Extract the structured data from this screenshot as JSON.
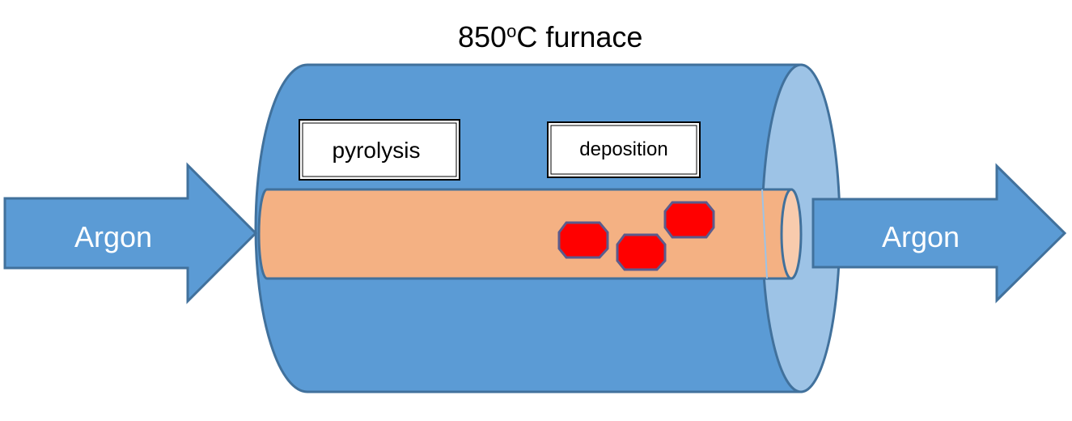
{
  "title": {
    "main": "850",
    "superscript": "o",
    "suffix": "C furnace"
  },
  "labels": {
    "pyrolysis": "pyrolysis",
    "deposition": "deposition"
  },
  "arrows": {
    "inlet_label": "Argon",
    "outlet_label": "Argon"
  },
  "colors": {
    "furnace_body": "#5B9BD5",
    "furnace_outline": "#41719C",
    "furnace_end_face": "#9DC3E6",
    "tube_fill": "#F4B183",
    "tube_end": "#F8CBAD",
    "particle_fill": "#FF0000",
    "particle_outline": "#5B5B8C",
    "arrow_fill": "#5B9BD5",
    "arrow_outline": "#41719C"
  },
  "particles_count": 3
}
